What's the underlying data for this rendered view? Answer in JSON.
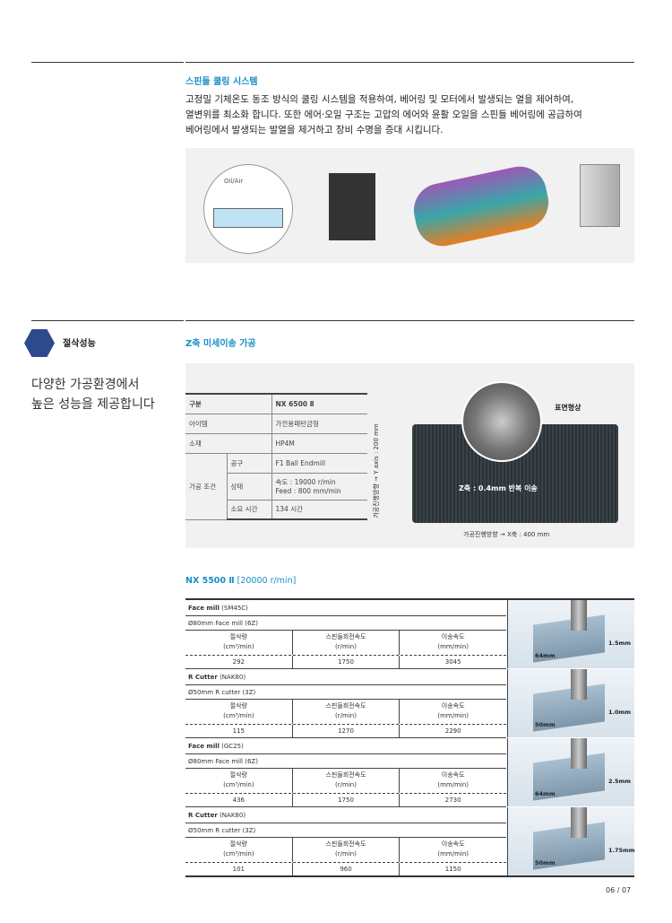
{
  "section1": {
    "title": "스핀들 쿨링 시스템",
    "body": [
      "고정밀 기체온도 동조 방식의 쿨링 시스템을 적용하여, 베어링 및 모터에서 발생되는 열을 제어하여,",
      "열변위를 최소화 합니다.  또한 에어·오일 구조는 고압의 에어와 윤활 오일을 스핀들 베어링에 공급하여",
      "베어링에서 발생되는 발열을 제거하고 장비 수명을  증대 시킵니다."
    ],
    "diagram_label": "Oil/Air"
  },
  "sidebar": {
    "badge": "절삭성능",
    "headline": [
      "다양한 가공환경에서",
      "높은 성능을 제공합니다"
    ]
  },
  "section2": {
    "title": "Z축 미세이송 가공",
    "spec": {
      "r0": [
        "구분",
        "NX 6500 Ⅱ"
      ],
      "r1": [
        "아이템",
        "가전용패턴금형"
      ],
      "r2": [
        "소재",
        "HP4M"
      ],
      "group": "가공 조건",
      "r3": [
        "공구",
        "F1 Ball Endmill"
      ],
      "r4": [
        "상태",
        "속도 : 19000 r/min",
        "Feed : 800 mm/min"
      ],
      "r5": [
        "소요 시간",
        "134 시간"
      ]
    },
    "image": {
      "surface": "표면형상",
      "center": "Z축 : 0.4mm 반복 이송",
      "xaxis": "가공진행방향 → X축 : 400 mm",
      "yaxis": "가공진행방향 → Y axis : 200 mm"
    }
  },
  "section3": {
    "title": "NX 5500 Ⅱ",
    "subtitle": "[20000 r/min]",
    "headers": [
      [
        "절삭량",
        "(cm³/min)"
      ],
      [
        "스핀들회전속도",
        "(r/min)"
      ],
      [
        "이송속도",
        "(mm/min)"
      ]
    ],
    "blocks": [
      {
        "tool": "Face mill",
        "material": "(SM45C)",
        "spec": "Ø80mm Face mill (6Z)",
        "values": [
          "292",
          "1750",
          "3045"
        ],
        "dims": [
          "64mm",
          "1.5mm"
        ]
      },
      {
        "tool": "R Cutter",
        "material": "(NAK80)",
        "spec": "Ø50mm R cutter (3Z)",
        "values": [
          "115",
          "1270",
          "2290"
        ],
        "dims": [
          "50mm",
          "1.0mm"
        ]
      },
      {
        "tool": "Face mill",
        "material": "(GC25)",
        "spec": "Ø80mm Face mill (6Z)",
        "values": [
          "436",
          "1750",
          "2730"
        ],
        "dims": [
          "64mm",
          "2.5mm"
        ]
      },
      {
        "tool": "R Cutter",
        "material": "(NAK80)",
        "spec": "Ø50mm R cutter (3Z)",
        "values": [
          "101",
          "960",
          "1150"
        ],
        "dims": [
          "50mm",
          "1.75mm"
        ]
      }
    ]
  },
  "page": "06 / 07"
}
